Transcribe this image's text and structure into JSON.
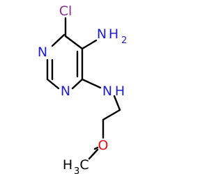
{
  "molecule": {
    "atoms": {
      "cl": "Cl",
      "n_ring_1": "N",
      "n_ring_2": "N",
      "nh2_n": "N",
      "nh2_h": "H",
      "nh2_sub": "2",
      "nh_n": "N",
      "nh_h": "H",
      "o": "O",
      "ch3_c": "H",
      "ch3_sub": "3",
      "ch3_end": "C"
    },
    "colors": {
      "bond": "#000000",
      "chlorine": "#8a2d8f",
      "nitrogen": "#2020d0",
      "oxygen": "#e01010",
      "carbon": "#000000"
    }
  }
}
